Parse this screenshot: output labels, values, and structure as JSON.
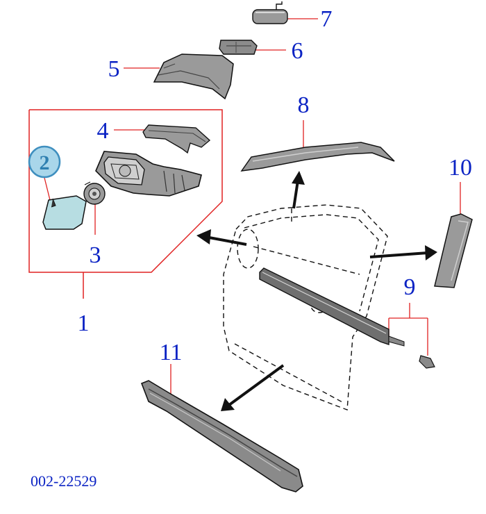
{
  "callouts": {
    "c1": "1",
    "c2": "2",
    "c3": "3",
    "c4": "4",
    "c5": "5",
    "c6": "6",
    "c7": "7",
    "c8": "8",
    "c9": "9",
    "c10": "10",
    "c11": "11"
  },
  "reference_code": "002-22529",
  "colors": {
    "callout_text": "#0b23c4",
    "leader_line": "#e02020",
    "badge_fill": "#a9d6ea",
    "badge_stroke": "#3f8fbf",
    "part_fill": "#9a9a9a",
    "outline": "#111111"
  }
}
